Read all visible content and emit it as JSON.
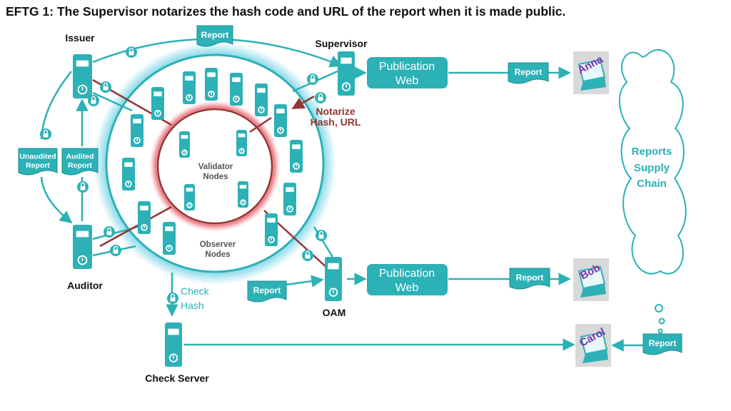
{
  "title": "EFTG 1: The Supervisor notarizes the hash code and URL of the report when it is made public.",
  "colors": {
    "teal": "#2cb1b6",
    "teal_dark": "#1b8f93",
    "red": "#943534",
    "validator_ring": "#e35a66",
    "observer_glow": "#7fd6e8"
  },
  "actors": {
    "issuer": "Issuer",
    "supervisor": "Supervisor",
    "auditor": "Auditor",
    "oam": "OAM",
    "check_server": "Check Server"
  },
  "rings": {
    "validator_line1": "Validator",
    "validator_line2": "Nodes",
    "observer_line1": "Observer",
    "observer_line2": "Nodes"
  },
  "docs": {
    "report": "Report",
    "unaudited_line1": "Unaudited",
    "unaudited_line2": "Report",
    "audited_line1": "Audited",
    "audited_line2": "Report"
  },
  "publication": {
    "line1": "Publication",
    "line2": "Web"
  },
  "notarize": {
    "line1": "Notarize",
    "line2": "Hash, URL"
  },
  "check_hash": {
    "line1": "Check",
    "line2": "Hash"
  },
  "users": {
    "anna": "Anna",
    "bob": "Bob",
    "carol": "Carol"
  },
  "cloud": {
    "line1": "Reports",
    "line2": "Supply",
    "line3": "Chain"
  }
}
